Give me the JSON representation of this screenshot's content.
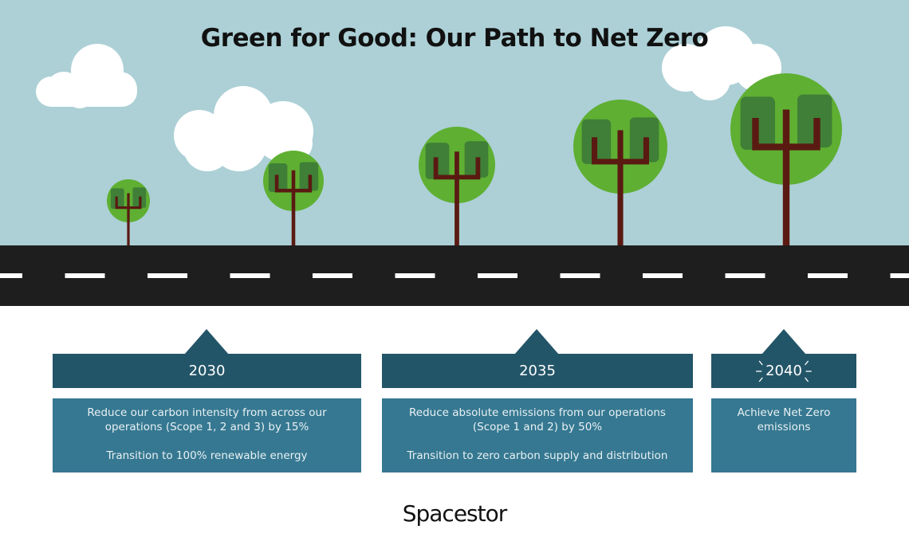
{
  "title": "Green for Good: Our Path to Net Zero",
  "colors": {
    "sky": "#acd0d6",
    "road": "#1e1e1e",
    "tree": "#5faf32",
    "tree_dark": "#3f7f37",
    "trunk": "#5a1a12",
    "header": "#235568",
    "body": "#367891"
  },
  "milestones": [
    {
      "year": "2030",
      "lines": [
        "Reduce our carbon intensity from across our operations (Scope 1, 2 and 3) by 15%",
        "Transition to 100% renewable energy"
      ]
    },
    {
      "year": "2035",
      "lines": [
        "Reduce absolute emissions from our operations (Scope 1 and 2) by 50%",
        "Transition to zero carbon supply and distribution"
      ]
    },
    {
      "year": "2040",
      "lines": [
        "Achieve Net Zero emissions"
      ]
    }
  ],
  "logo": "Spacestor"
}
